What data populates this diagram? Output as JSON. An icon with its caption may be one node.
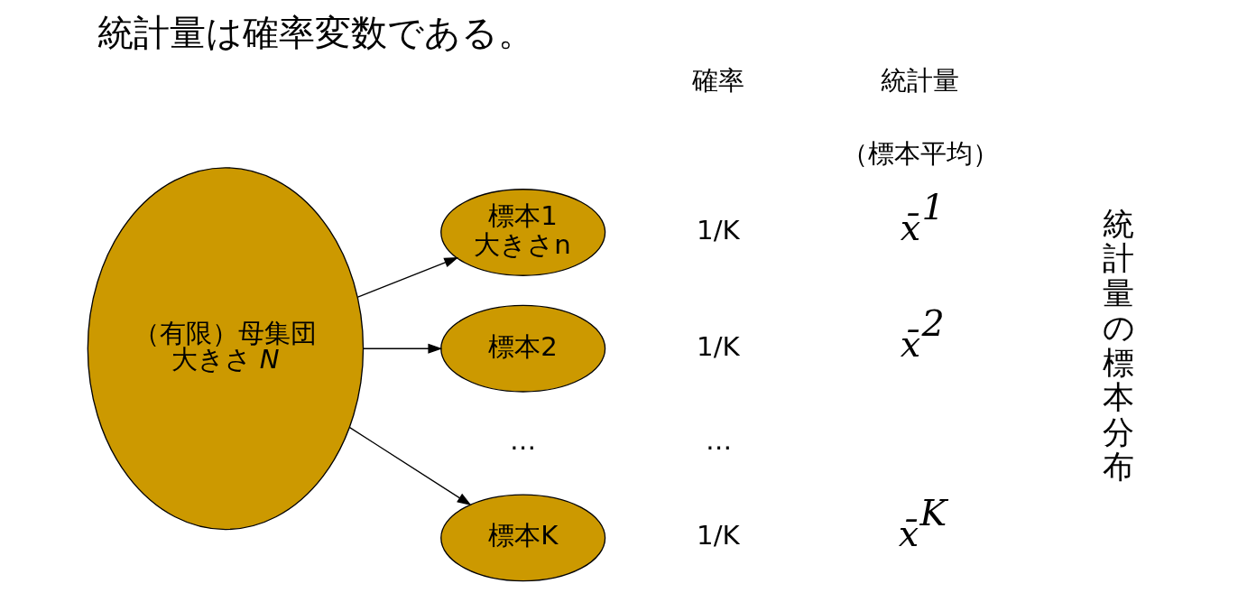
{
  "diagram": {
    "title": "統計量は確率変数である。",
    "nodes": [
      {
        "text": [
          "（有限）母集団",
          "大きさ *N*"
        ]
      },
      {
        "text": [
          "標本1",
          "大きさn"
        ]
      },
      {
        "text": [
          "標本2"
        ]
      },
      {
        "text": [
          "標本K"
        ]
      }
    ],
    "edges": [
      {
        "from": 0,
        "to": 1,
        "arrow": "to"
      },
      {
        "from": 0,
        "to": 2,
        "arrow": "to"
      },
      {
        "from": 0,
        "to": 3,
        "arrow": "to"
      }
    ],
    "labels": [
      "統計量",
      "確率",
      "（標本平均）",
      "1/K",
      "x̄$^{1}$",
      "1/K",
      "x̄$^{2}$",
      "…",
      "…",
      "1/K",
      "x̄$^{K}$",
      "統計量の標本分布"
    ]
  }
}
